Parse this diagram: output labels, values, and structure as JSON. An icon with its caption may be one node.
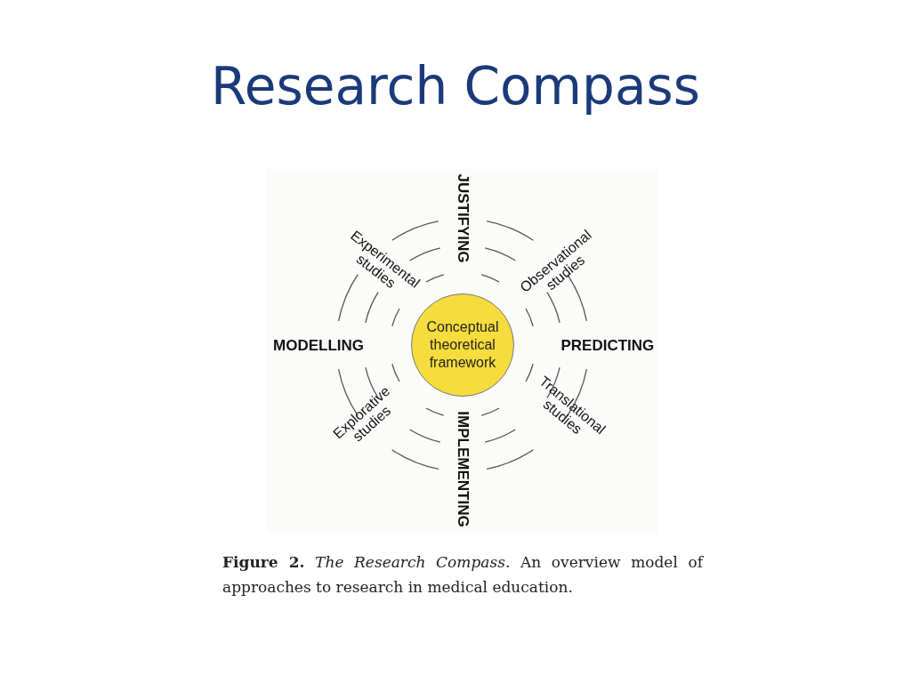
{
  "diagram": {
    "title": "Research Compass",
    "caption": "**Figure 2.** *The Research Compass.* An overview model of approaches to research in medical education.",
    "nodes": [
      {
        "text": [
          "Conceptual theoretical framework"
        ]
      }
    ],
    "labels": [
      "JUSTIFYING",
      "Experimental studies",
      "Observational studies",
      "MODELLING",
      "PREDICTING",
      "Explorative studies",
      "Translational studies",
      "IMPLEMENTING"
    ]
  }
}
